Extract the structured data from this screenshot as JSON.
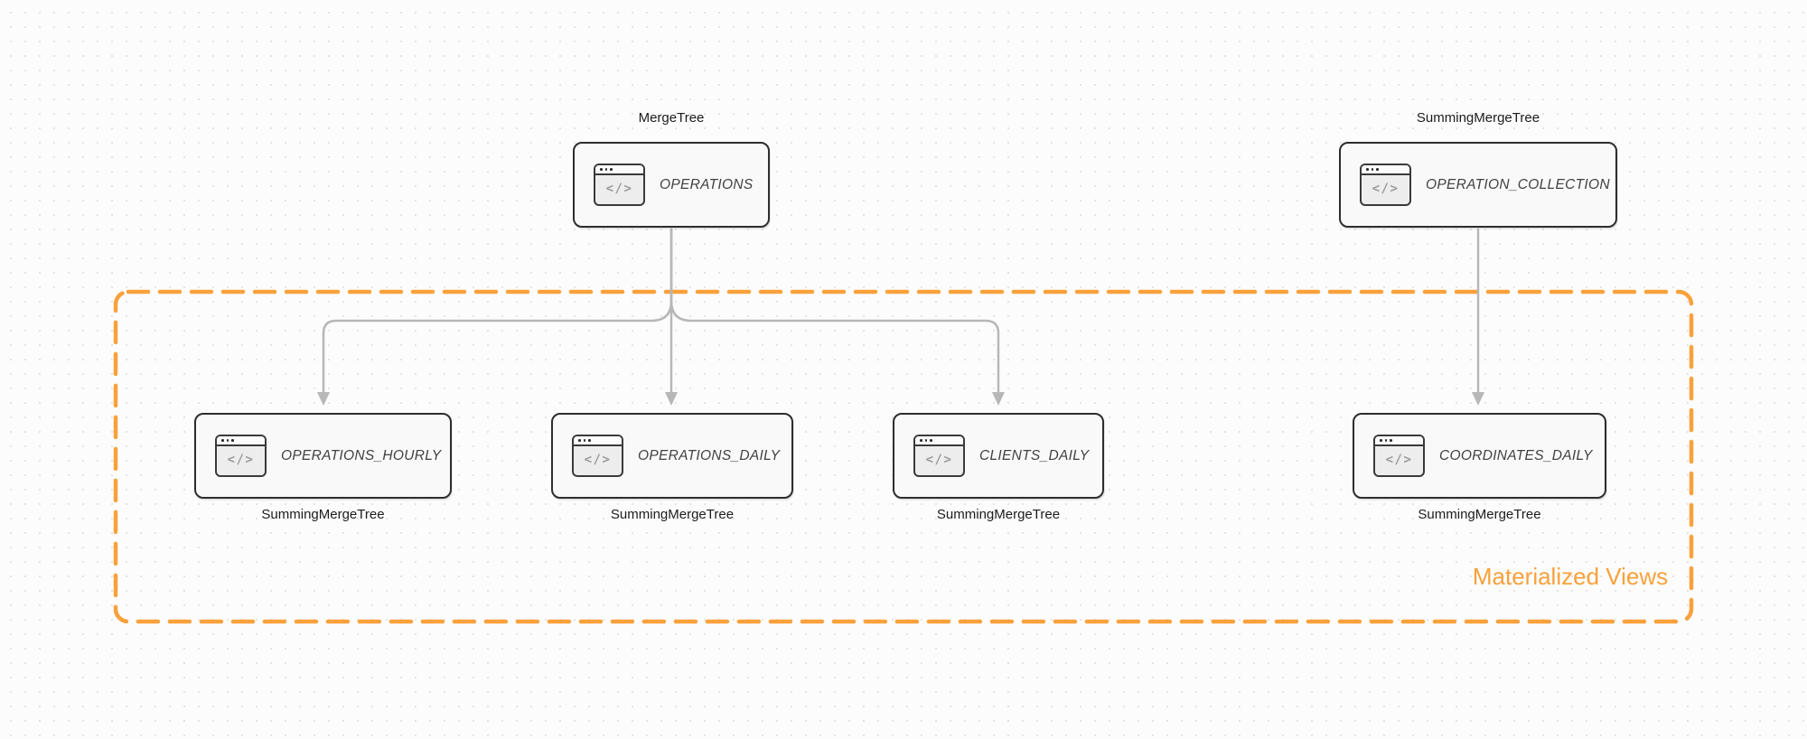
{
  "diagram": {
    "group": {
      "label": "Materialized Views",
      "contains": [
        "OPERATIONS_HOURLY",
        "OPERATIONS_DAILY",
        "CLIENTS_DAILY",
        "COORDINATES_DAILY"
      ]
    },
    "colors": {
      "accent_orange": "#f9a13b",
      "edge_gray": "#b7b7b7",
      "node_border": "#2d2d2d",
      "node_fill": "#f8f9f8",
      "canvas_background": "#fcfcfc",
      "dot_grid": "#e4e4e4",
      "label_text": "#1c1c1c",
      "node_title_text": "#414141"
    },
    "icon_glyph": "</>",
    "nodes": [
      {
        "id": "operations",
        "title": "OPERATIONS",
        "engine_label": "MergeTree",
        "engine_label_position": "top",
        "icon": "code-window-icon"
      },
      {
        "id": "operation-collection",
        "title": "OPERATION_COLLECTION",
        "engine_label": "SummingMergeTree",
        "engine_label_position": "top",
        "icon": "code-window-icon"
      },
      {
        "id": "operations-hourly",
        "title": "OPERATIONS_HOURLY",
        "engine_label": "SummingMergeTree",
        "engine_label_position": "bottom",
        "icon": "code-window-icon"
      },
      {
        "id": "operations-daily",
        "title": "OPERATIONS_DAILY",
        "engine_label": "SummingMergeTree",
        "engine_label_position": "bottom",
        "icon": "code-window-icon"
      },
      {
        "id": "clients-daily",
        "title": "CLIENTS_DAILY",
        "engine_label": "SummingMergeTree",
        "engine_label_position": "bottom",
        "icon": "code-window-icon"
      },
      {
        "id": "coordinates-daily",
        "title": "COORDINATES_DAILY",
        "engine_label": "SummingMergeTree",
        "engine_label_position": "bottom",
        "icon": "code-window-icon"
      }
    ],
    "edges": [
      {
        "from": "OPERATIONS",
        "to": "OPERATIONS_HOURLY"
      },
      {
        "from": "OPERATIONS",
        "to": "OPERATIONS_DAILY"
      },
      {
        "from": "OPERATIONS",
        "to": "CLIENTS_DAILY"
      },
      {
        "from": "OPERATION_COLLECTION",
        "to": "COORDINATES_DAILY"
      }
    ]
  }
}
